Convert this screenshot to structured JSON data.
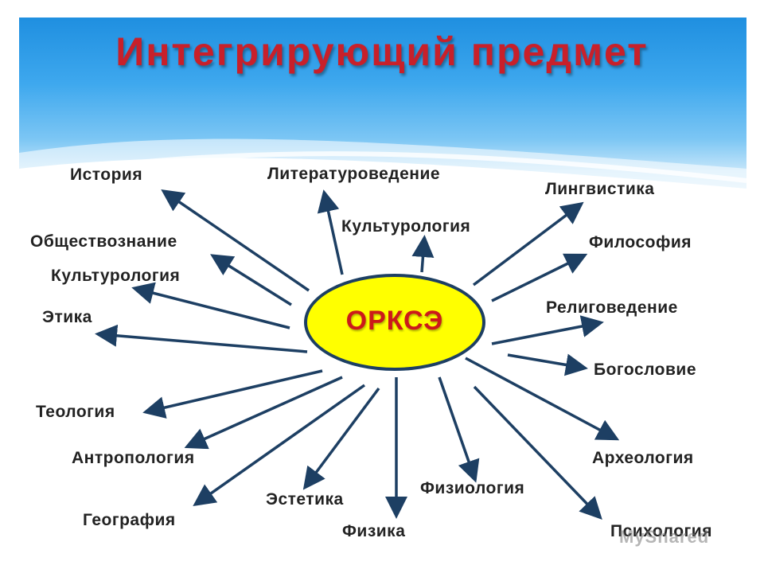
{
  "title": "Интегрирующий предмет",
  "center": "ОРКСЭ",
  "subjects": [
    "История",
    "Литературоведение",
    "Лингвистика",
    "Обществознание",
    "Культурология",
    "Философия",
    "Культурология",
    "Религоведение",
    "Этика",
    "Богословие",
    "Теология",
    "Антропология",
    "Археология",
    "Физиология",
    "Эстетика",
    "География",
    "Физика",
    "Психология"
  ],
  "watermark": "MyShared",
  "colors": {
    "title": "#c8202a",
    "center_fill": "#ffff00",
    "arrow": "#1d3f63",
    "sky": "#1f8fe0"
  }
}
